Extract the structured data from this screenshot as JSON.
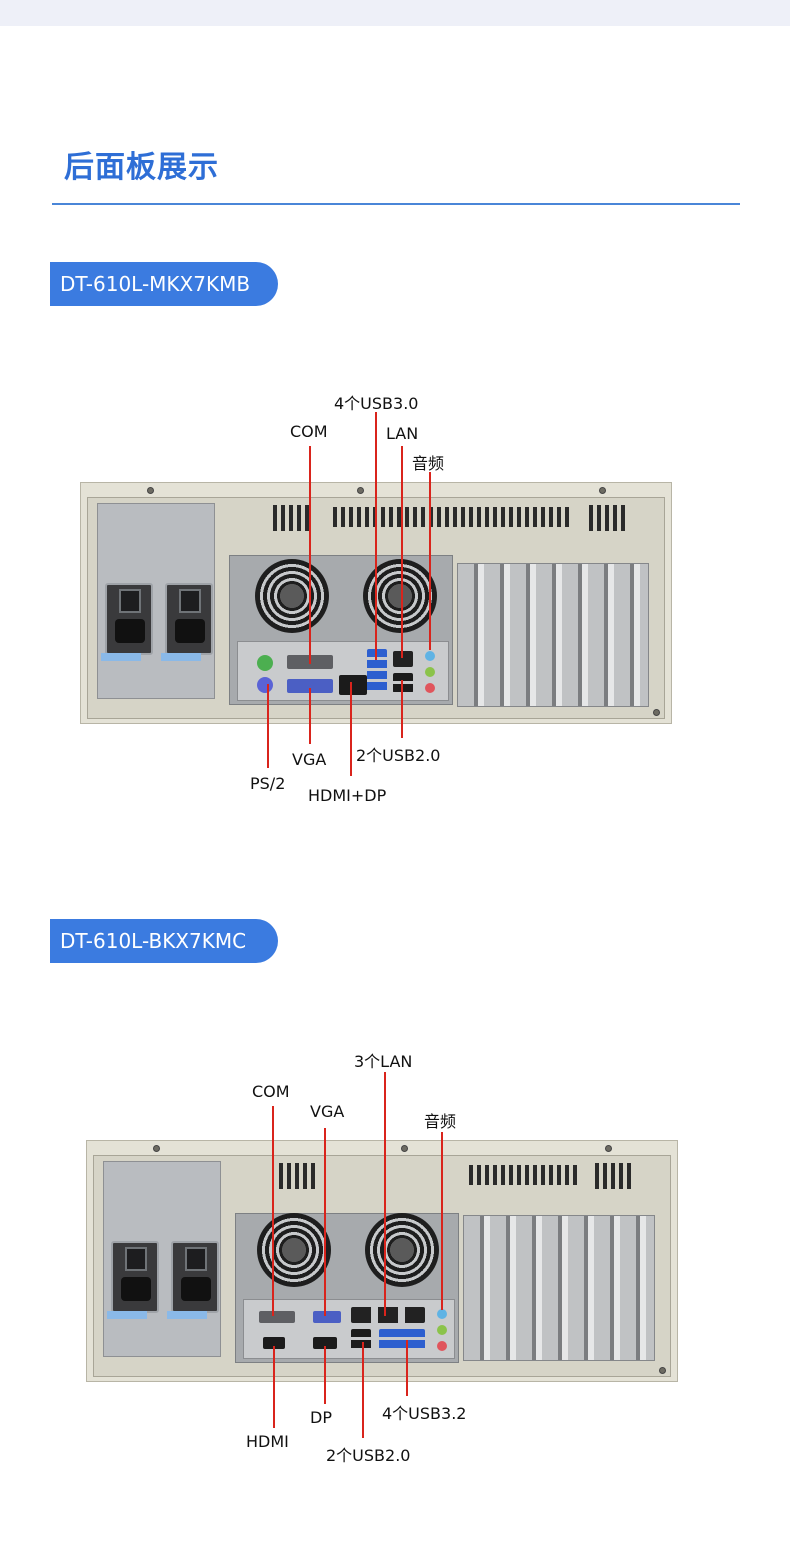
{
  "section_title": "后面板展示",
  "models": [
    {
      "name": "DT-610L-MKX7KMB",
      "labels": {
        "usb30": "4个USB3.0",
        "com": "COM",
        "lan": "LAN",
        "audio": "音频",
        "vga": "VGA",
        "usb20": "2个USB2.0",
        "ps2": "PS/2",
        "hdmi_dp": "HDMI+DP"
      }
    },
    {
      "name": "DT-610L-BKX7KMC",
      "labels": {
        "lan": "3个LAN",
        "com": "COM",
        "vga": "VGA",
        "audio": "音频",
        "usb32": "4个USB3.2",
        "dp": "DP",
        "hdmi": "HDMI",
        "usb20": "2个USB2.0"
      }
    }
  ],
  "colors": {
    "accent": "#3b7be0",
    "title": "#2e6ed6",
    "leader_line": "#d9241c"
  }
}
